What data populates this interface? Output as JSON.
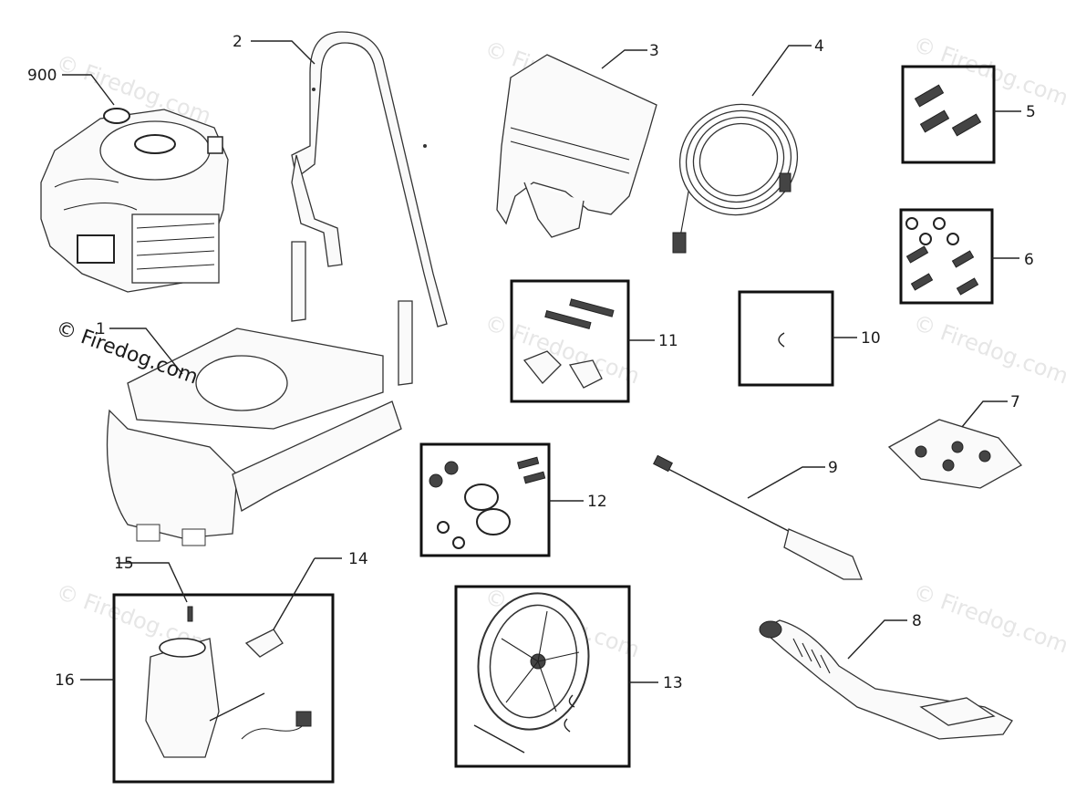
{
  "watermarks": {
    "brand_text": "© Firedog.com",
    "top_text": "© Firedog.com"
  },
  "callouts": [
    {
      "id": "900",
      "label": "900"
    },
    {
      "id": "2",
      "label": "2"
    },
    {
      "id": "3",
      "label": "3"
    },
    {
      "id": "4",
      "label": "4"
    },
    {
      "id": "5",
      "label": "5"
    },
    {
      "id": "6",
      "label": "6"
    },
    {
      "id": "1",
      "label": "1"
    },
    {
      "id": "11",
      "label": "11"
    },
    {
      "id": "10",
      "label": "10"
    },
    {
      "id": "7",
      "label": "7"
    },
    {
      "id": "12",
      "label": "12"
    },
    {
      "id": "9",
      "label": "9"
    },
    {
      "id": "15",
      "label": "15"
    },
    {
      "id": "14",
      "label": "14"
    },
    {
      "id": "16",
      "label": "16"
    },
    {
      "id": "13",
      "label": "13"
    },
    {
      "id": "8",
      "label": "8"
    }
  ]
}
